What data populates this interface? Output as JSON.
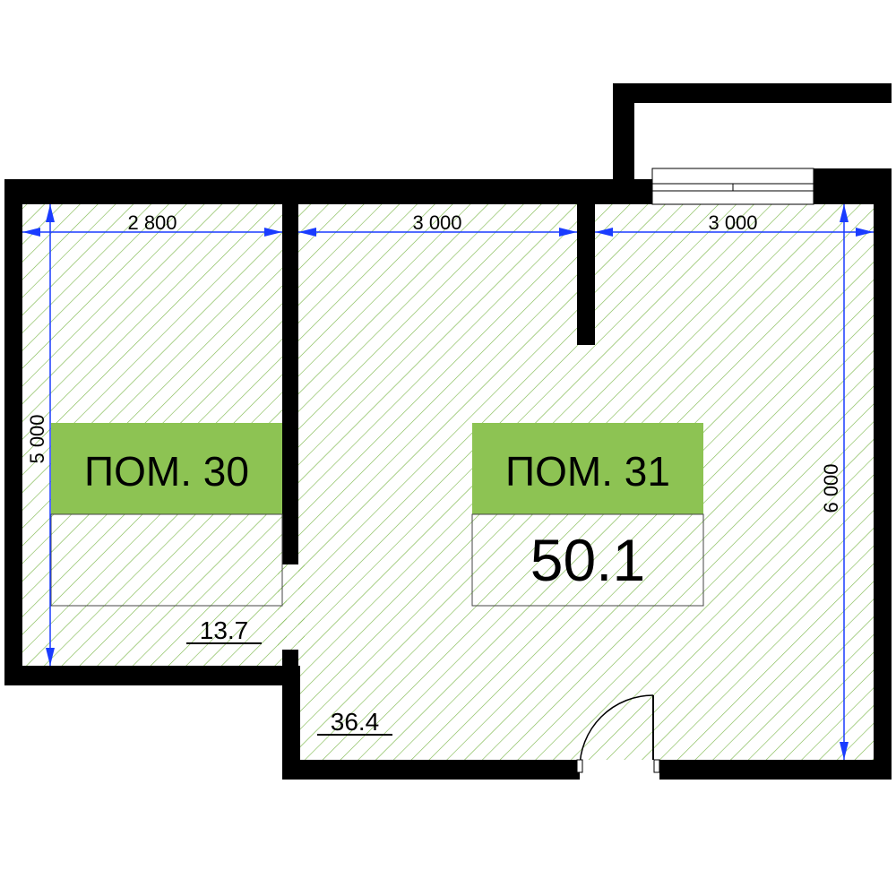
{
  "colors": {
    "wall": "#000000",
    "hatch": "#7ab648",
    "label_bg": "#8dc353",
    "dimension": "#1a3cff",
    "background": "#ffffff"
  },
  "rooms": [
    {
      "label": "ПОМ. 30",
      "area": ""
    },
    {
      "label": "ПОМ. 31",
      "area": "50.1"
    }
  ],
  "sub_areas": [
    "13.7",
    "36.4"
  ],
  "dimensions": {
    "top_left": "2 800",
    "top_middle": "3 000",
    "top_right": "3 000",
    "left_vertical": "5 000",
    "right_vertical": "6 000"
  }
}
